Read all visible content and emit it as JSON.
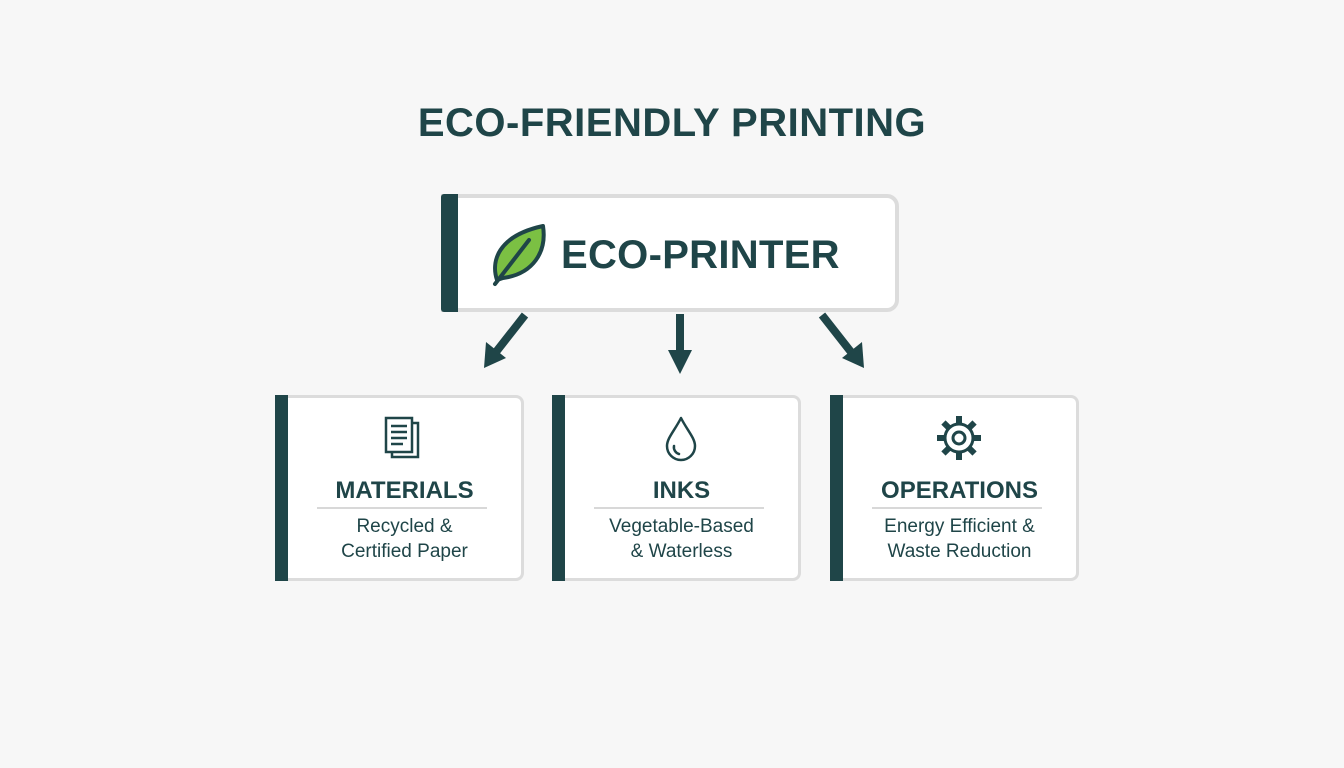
{
  "title": "ECO-FRIENDLY PRINTING",
  "root": {
    "label": "ECO-PRINTER",
    "icon": "leaf-icon"
  },
  "cards": [
    {
      "title": "MATERIALS",
      "description": "Recycled &\nCertified Paper",
      "icon": "document-icon"
    },
    {
      "title": "INKS",
      "description": "Vegetable-Based\n& Waterless",
      "icon": "ink-drop-icon"
    },
    {
      "title": "OPERATIONS",
      "description": "Energy Efficient &\nWaste Reduction",
      "icon": "gear-icon"
    }
  ],
  "colors": {
    "primary": "#1f4548",
    "leaf": "#7bc043",
    "background": "#f7f7f7",
    "border": "#dcdcdc"
  }
}
